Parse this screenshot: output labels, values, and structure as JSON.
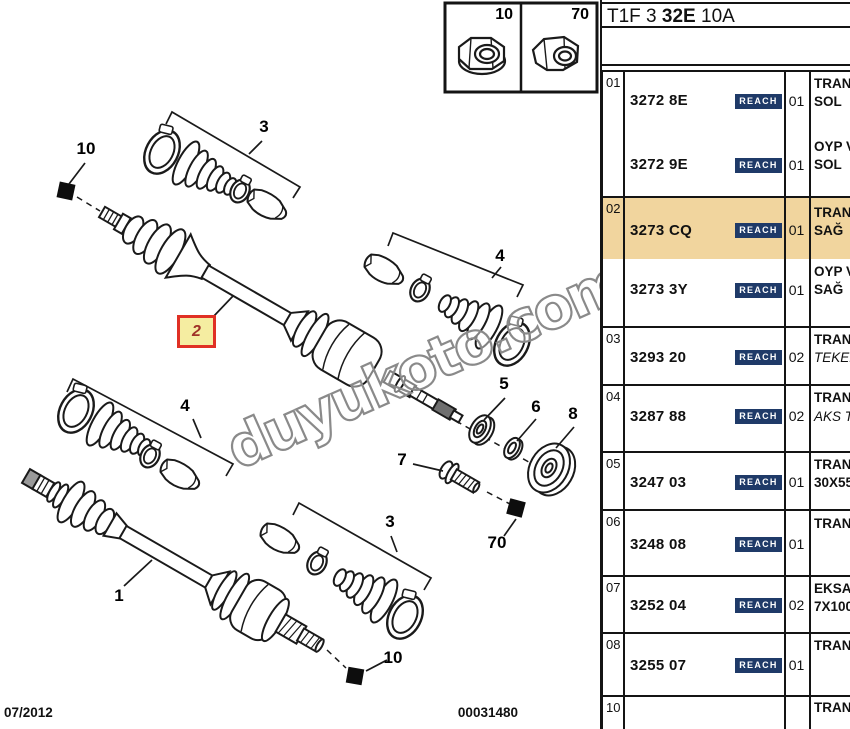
{
  "header": {
    "code_part1": "T1F 3 ",
    "code_bold": "32E",
    "code_part3": " 10A"
  },
  "inset": {
    "left_label": "10",
    "right_label": "70"
  },
  "watermark": {
    "text": "duyukoto.com"
  },
  "footer": {
    "date": "07/2012",
    "doc_number": "00031480"
  },
  "badges": {
    "reach": "REACH"
  },
  "colors": {
    "row_highlight": "#f1d59e",
    "reach_bg": "#1f3a68",
    "reach_text": "#ffffff",
    "callout_box_border": "#e03024",
    "callout_box_fill": "#f5eda1",
    "callout_box_text": "#a03228",
    "grid_line": "#141414"
  },
  "callouts": {
    "nut_upper": "10",
    "boot_kit_upper": "3",
    "shaft_right": "2",
    "boot_kit_inner_upper": "4",
    "washer": "5",
    "ring": "6",
    "bolt": "7",
    "damper": "8",
    "nut_damper": "70",
    "boot_kit_inner_lower": "4",
    "shaft_left": "1",
    "boot_kit_lower": "3",
    "nut_lower": "10"
  },
  "table": {
    "rows": [
      {
        "num": "01",
        "entries": [
          {
            "part": "3272 8E",
            "qty": "01",
            "desc1": "TRANS",
            "desc2": "SOL"
          },
          {
            "part": "3272 9E",
            "qty": "01",
            "desc1": "OYP V",
            "desc2": "SOL"
          }
        ]
      },
      {
        "num": "02",
        "entries": [
          {
            "part": "3273 CQ",
            "qty": "01",
            "desc1": "TRANS",
            "desc2": "SAĞ",
            "highlighted": true
          },
          {
            "part": "3273 3Y",
            "qty": "01",
            "desc1": "OYP V",
            "desc2": "SAĞ"
          }
        ]
      },
      {
        "num": "03",
        "entries": [
          {
            "part": "3293 20",
            "qty": "02",
            "desc1": "TRANS",
            "desc2": "TEKER"
          }
        ]
      },
      {
        "num": "04",
        "entries": [
          {
            "part": "3287 88",
            "qty": "02",
            "desc1": "TRANS",
            "desc2": "AKS T"
          }
        ]
      },
      {
        "num": "05",
        "entries": [
          {
            "part": "3247 03",
            "qty": "01",
            "desc1": "TRANS",
            "desc2": "30X55"
          }
        ]
      },
      {
        "num": "06",
        "entries": [
          {
            "part": "3248 08",
            "qty": "01",
            "desc1": "TRANS",
            "desc2": ""
          }
        ]
      },
      {
        "num": "07",
        "entries": [
          {
            "part": "3252 04",
            "qty": "02",
            "desc1": "EKSAN",
            "desc2": "7X100"
          }
        ]
      },
      {
        "num": "08",
        "entries": [
          {
            "part": "3255 07",
            "qty": "01",
            "desc1": "TRANS",
            "desc2": ""
          }
        ]
      },
      {
        "num": "10",
        "entries": [
          {
            "part": "",
            "qty": "",
            "desc1": "TRANS",
            "desc2": ""
          }
        ]
      }
    ]
  }
}
